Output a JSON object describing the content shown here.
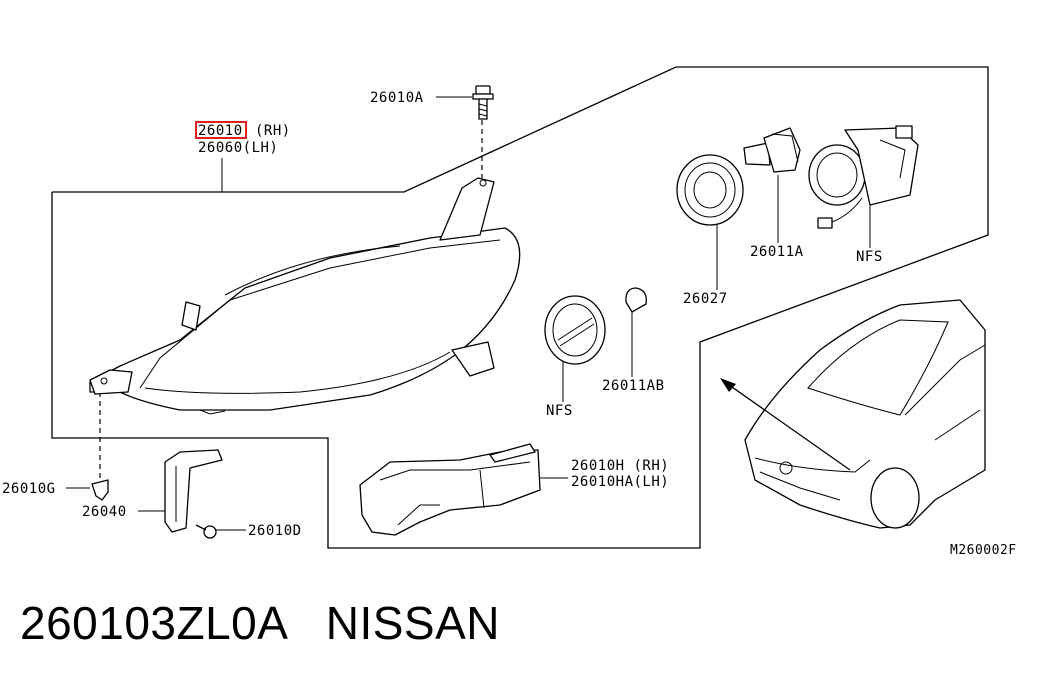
{
  "labels": {
    "p26010": "26010",
    "p26010_side": "(RH)",
    "p26060": "26060(LH)",
    "p26010A": "26010A",
    "p26011A": "26011A",
    "nfs_fog": "NFS",
    "p26027": "26027",
    "nfs_cap": "NFS",
    "p26011AB": "26011AB",
    "p26010H": "26010H (RH)",
    "p26010HA": "26010HA(LH)",
    "p26010G": "26010G",
    "p26040": "26040",
    "p26010D": "26010D",
    "figure_code": "M260002F"
  },
  "caption": {
    "part_number": "260103ZL0A",
    "brand": "NISSAN"
  },
  "colors": {
    "highlight": "#e02020",
    "line": "#000000"
  }
}
